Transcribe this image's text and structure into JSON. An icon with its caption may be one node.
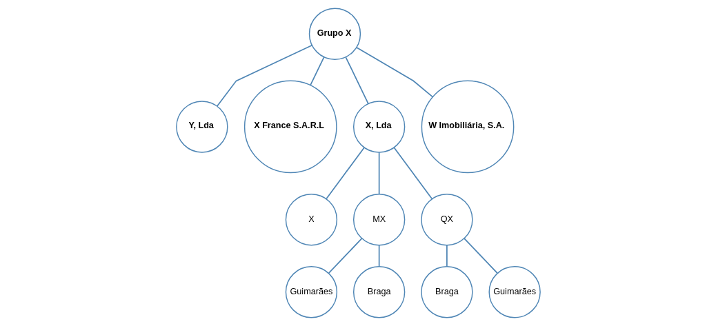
{
  "diagram": {
    "nodes": [
      {
        "text": [
          "Grupo X"
        ]
      },
      {
        "text": [
          "Y, Lda"
        ]
      },
      {
        "text": [
          "X France S.A.R.L"
        ]
      },
      {
        "text": [
          "X, Lda"
        ]
      },
      {
        "text": [
          "W Imobiliária, S.A."
        ]
      },
      {
        "text": [
          "X"
        ]
      },
      {
        "text": [
          "MX"
        ]
      },
      {
        "text": [
          "QX"
        ]
      },
      {
        "text": [
          "Guimarães"
        ]
      },
      {
        "text": [
          "Braga"
        ]
      },
      {
        "text": [
          "Braga"
        ]
      },
      {
        "text": [
          "Guimarães"
        ]
      }
    ],
    "edges": [
      {
        "from": 0,
        "to": 1,
        "arrow": "none"
      },
      {
        "from": 0,
        "to": 2,
        "arrow": "none"
      },
      {
        "from": 0,
        "to": 3,
        "arrow": "none"
      },
      {
        "from": 0,
        "to": 4,
        "arrow": "none"
      },
      {
        "from": 3,
        "to": 5,
        "arrow": "none"
      },
      {
        "from": 3,
        "to": 6,
        "arrow": "none"
      },
      {
        "from": 3,
        "to": 7,
        "arrow": "none"
      },
      {
        "from": 6,
        "to": 8,
        "arrow": "none"
      },
      {
        "from": 6,
        "to": 9,
        "arrow": "none"
      },
      {
        "from": 7,
        "to": 10,
        "arrow": "none"
      },
      {
        "from": 7,
        "to": 11,
        "arrow": "none"
      }
    ]
  }
}
